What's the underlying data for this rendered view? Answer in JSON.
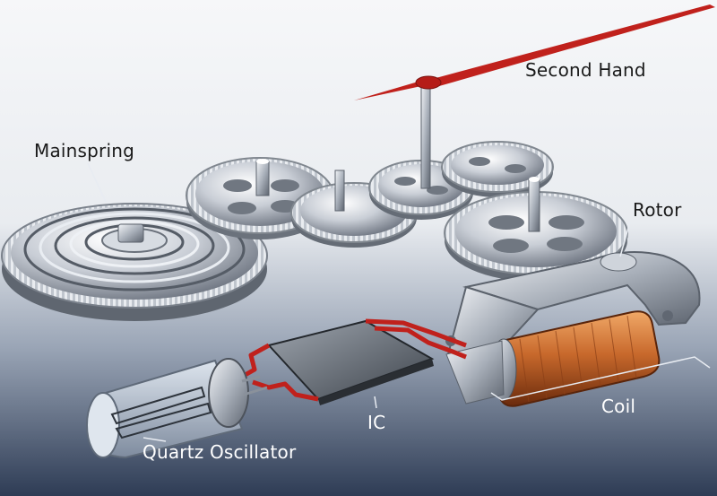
{
  "labels": {
    "second_hand": "Second Hand",
    "mainspring": "Mainspring",
    "rotor": "Rotor",
    "coil": "Coil",
    "ic": "IC",
    "quartz_oscillator": "Quartz Oscillator"
  }
}
